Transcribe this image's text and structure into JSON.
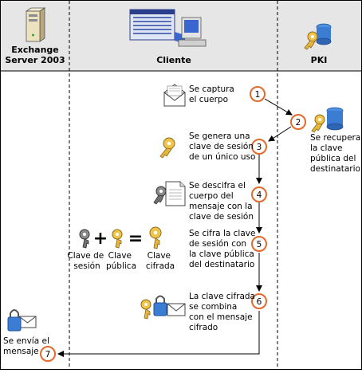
{
  "columns": {
    "exchange": [
      "Exchange",
      "Server 2003"
    ],
    "client": [
      "Cliente"
    ],
    "pki": [
      "PKI"
    ]
  },
  "steps": [
    {
      "number": "1",
      "text": [
        "Se captura",
        "el cuerpo"
      ]
    },
    {
      "number": "2",
      "text": [
        "Se recupera",
        "la clave",
        "pública del",
        "destinatario"
      ]
    },
    {
      "number": "3",
      "text": [
        "Se genera una",
        "clave de sesión",
        "de un único uso"
      ]
    },
    {
      "number": "4",
      "text": [
        "Se descifra el",
        "cuerpo del",
        "mensaje con la",
        "clave de sesión"
      ]
    },
    {
      "number": "5",
      "text": [
        "Se cifra la clave",
        "de sesión con",
        "la clave pública",
        "del destinatario"
      ]
    },
    {
      "number": "6",
      "text": [
        "La clave cifrada",
        "se combina",
        "con el mensaje",
        "cifrado"
      ]
    },
    {
      "number": "7",
      "text": [
        "Se envía el",
        "mensaje"
      ]
    }
  ],
  "equation": {
    "term1": [
      "Clave de",
      "sesión"
    ],
    "term2": [
      "Clave",
      "pública"
    ],
    "result": [
      "Clave",
      "cifrada"
    ],
    "plus": "+",
    "equals": "="
  }
}
